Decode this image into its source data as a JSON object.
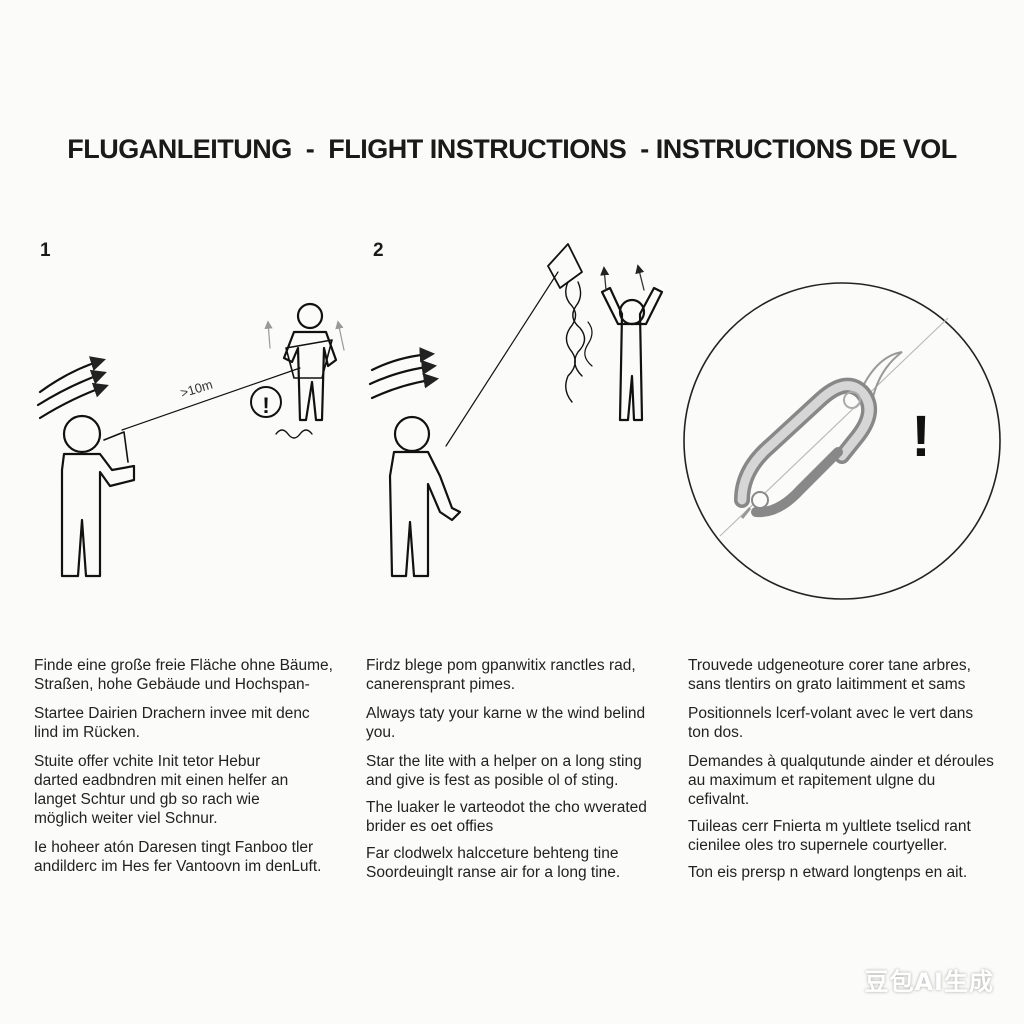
{
  "title": "FLUGANLEITUNG  -  FLIGHT INSTRUCTIONS  - INSTRUCTIONS DE VOL",
  "steps": [
    "1",
    "2"
  ],
  "illustration": {
    "distance_label": ">10m",
    "warning_mark": "!"
  },
  "columns": [
    {
      "lang": "de",
      "paragraphs": [
        "Finde eine große freie Fläche ohne Bäume,\nStraßen, hohe Gebäude und Hochspan-",
        "Startee Dairien Drachern invee mit denc\nlind im Rücken.",
        "Stuite offer vchite Init tetor Hebur\ndarted eadbndren mit einen helfer an\nlanget Schtur und gb so rach wie\nmöglich weiter viel Schnur.",
        "Ie hoheer atón Daresen tingt Fanboo tler\nandilderc im Hes fer Vantoovn im denLuft."
      ]
    },
    {
      "lang": "en",
      "paragraphs": [
        "Firdz blege pom gpanwitix ranctles rad,\ncanerensprant pimes.",
        "Always taty your karne w the wind belind\nyou.",
        "Star the lite with a helper on a long sting\nand give is fest as posible ol of sting.",
        "The luaker le varteodot the cho wverated\nbrider es oet offies",
        "Far clodwelx halcceture behteng tine\nSoordeuinglt ranse air for a long tine."
      ]
    },
    {
      "lang": "fr",
      "paragraphs": [
        "Trouvede udgeneoture corer tane arbres,\nsans tlentirs on grato laitimment et sams",
        "Positionnels lcerf-volant avec le vert dans\nton dos.",
        "Demandes à qualqutunde ainder et déroules\nau maximum et rapitement ulgne du\ncefivalnt.",
        "Tuileas cerr Fnierta m yultlete tselicd rant\ncienilee oles tro supernele courtyeller.",
        "Ton eis prersp n etward longtenps en ait."
      ]
    }
  ],
  "watermark": "豆包AI生成"
}
